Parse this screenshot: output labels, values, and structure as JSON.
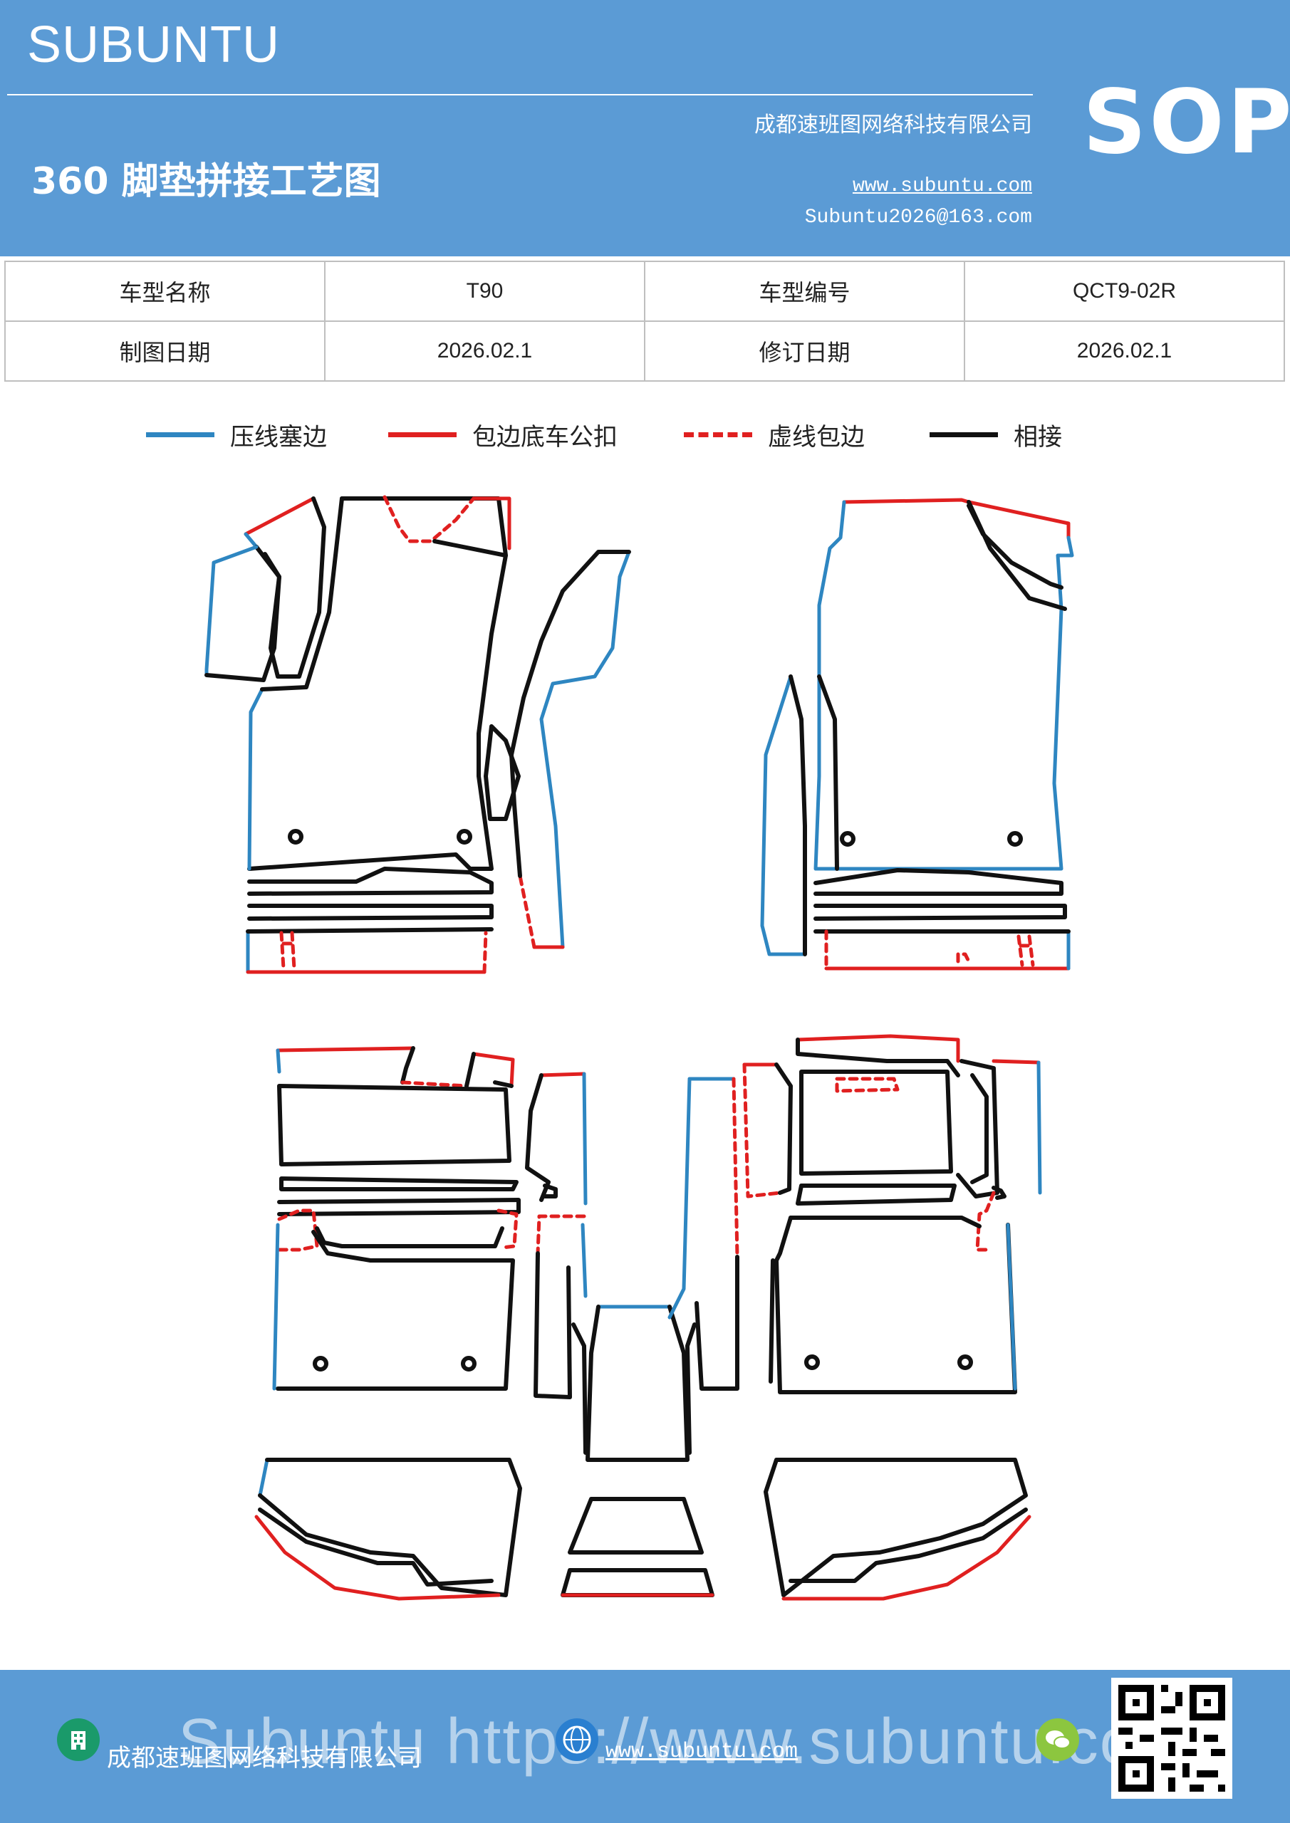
{
  "header": {
    "brand": "SUBUNTU",
    "title": "360 脚垫拼接工艺图",
    "company": "成都速班图网络科技有限公司",
    "website": "www.subuntu.com",
    "email": "Subuntu2026@163.com",
    "badge": "SOP",
    "background_color": "#5b9bd5"
  },
  "info_table": {
    "rows": [
      [
        {
          "label": "车型名称",
          "value": "T90"
        },
        {
          "label": "车型编号",
          "value": "QCT9-02R"
        }
      ],
      [
        {
          "label": "制图日期",
          "value": "2026.02.1"
        },
        {
          "label": "修订日期",
          "value": "2026.02.1"
        }
      ]
    ]
  },
  "legend": [
    {
      "label": "压线塞边",
      "color": "#2e86c1",
      "style": "solid"
    },
    {
      "label": "包边底车公扣",
      "color": "#e02020",
      "style": "solid"
    },
    {
      "label": "虚线包边",
      "color": "#e02020",
      "style": "dashed"
    },
    {
      "label": "相接",
      "color": "#111111",
      "style": "solid"
    }
  ],
  "footer": {
    "company": "成都速班图网络科技有限公司",
    "website": "www.subuntu.com",
    "watermark": "Subuntu https://www.subuntu.com",
    "icons": [
      "building-icon",
      "globe-icon",
      "wechat-icon"
    ],
    "qr_icon": "qr-code-icon"
  }
}
